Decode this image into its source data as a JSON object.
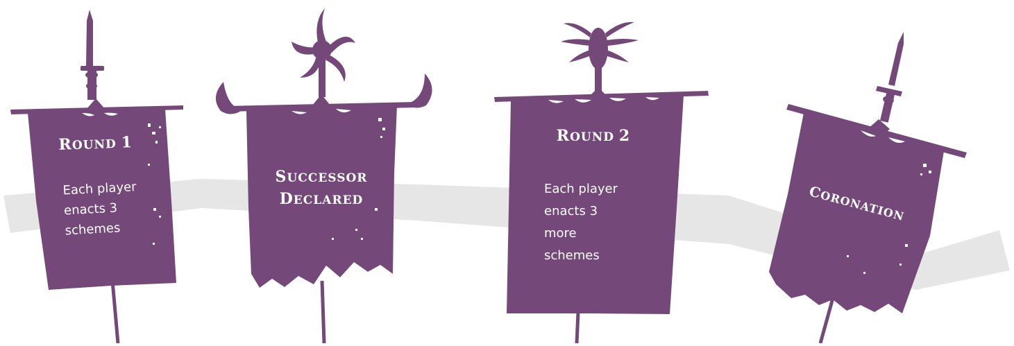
{
  "colors": {
    "banner": "#74497a",
    "path": "#e6e6e6",
    "text": "#ffffff"
  },
  "banners": [
    {
      "ornament": "sword-spike-icon",
      "title": "Round 1",
      "body_lines": [
        "Each player",
        "enacts 3",
        "schemes"
      ]
    },
    {
      "ornament": "star-sigil-icon",
      "title_lines": [
        "Successor",
        "Declared"
      ]
    },
    {
      "ornament": "insect-sigil-icon",
      "title": "Round 2",
      "body_lines": [
        "Each player",
        "enacts 3",
        "more",
        "schemes"
      ]
    },
    {
      "ornament": "sword-spike-icon",
      "title": "Coronation"
    }
  ]
}
